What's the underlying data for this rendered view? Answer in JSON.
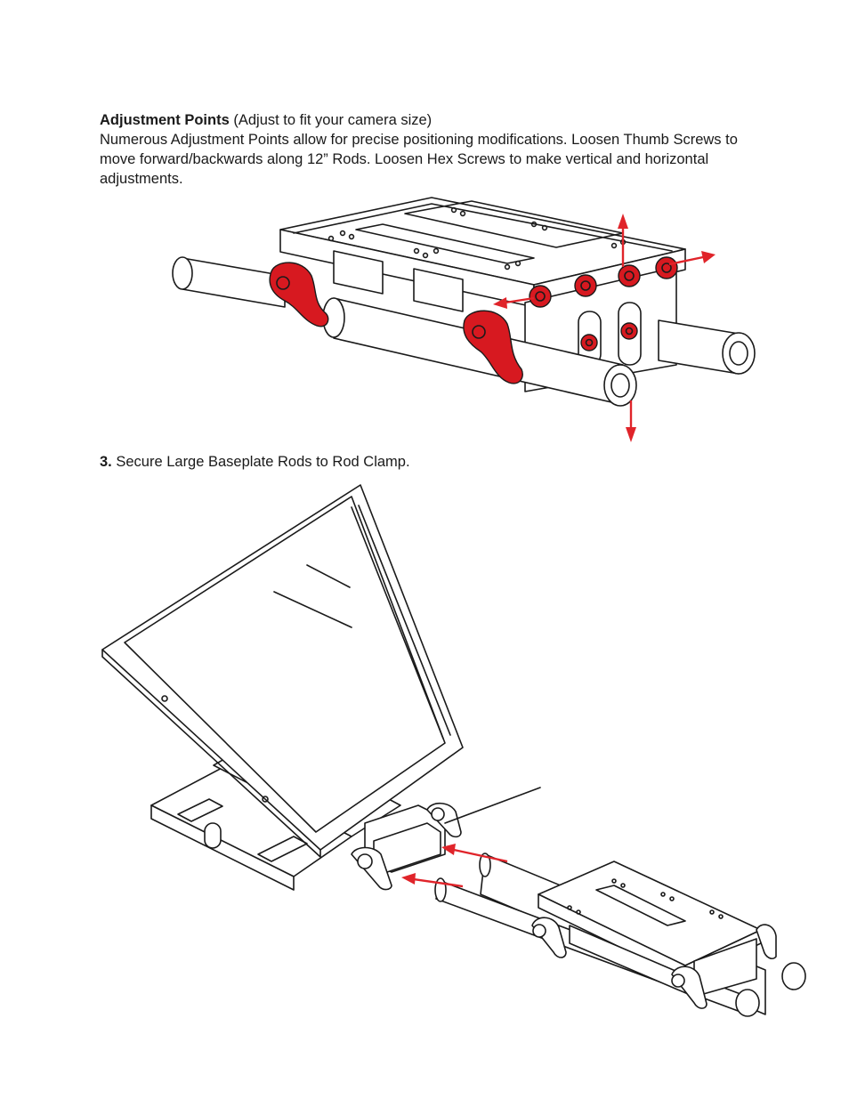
{
  "adjustment": {
    "heading_bold": "Adjustment Points",
    "heading_rest": " (Adjust to fit your camera size)",
    "body": "Numerous Adjustment Points allow for precise positioning modifications. Loosen Thumb Screws to move forward/backwards along 12” Rods. Loosen Hex Screws to make vertical and horizontal adjustments."
  },
  "step3": {
    "number": "3.",
    "text": " Secure Large Baseplate Rods to Rod Clamp."
  },
  "colors": {
    "accent_red": "#d71920",
    "arrow_red": "#e0242a",
    "text": "#1a1a1a"
  }
}
